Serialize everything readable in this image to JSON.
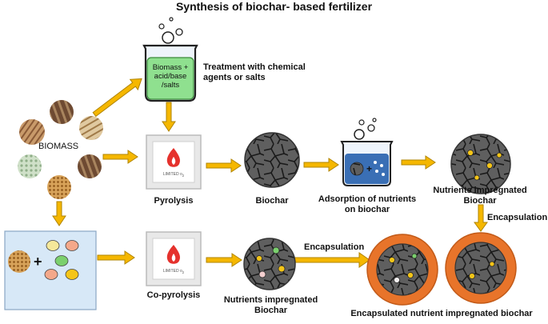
{
  "title": "Synthesis of biochar- based fertilizer",
  "beaker_text": "Biomass +\nacid/base\n/salts",
  "labels": {
    "treatment": "Treatment with chemical\nagents or salts",
    "biomass": "BIOMASS",
    "pyrolysis": "Pyrolysis",
    "biochar": "Biochar",
    "adsorption": "Adsorption of nutrients\non biochar",
    "nutrients_top": "Nutrients impregnated\nBiochar",
    "encapsulation_right": "Encapsulation",
    "co_pyrolysis": "Co-pyrolysis",
    "nutrients_bottom": "Nutrients impregnated\nBiochar",
    "encapsulation_mid": "Encapsulation",
    "encapsulated": "Encapsulated nutrient impregnated biochar",
    "furnace_text": "LIMITED o",
    "furnace_sub": "2"
  },
  "colors": {
    "arrow": "#f5b700",
    "arrow_stroke": "#b08400",
    "biochar": "#5f5f5f",
    "crack": "#1a1a1a",
    "beaker_liquid": "#8fe08f",
    "adsorb_liquid": "#3a6fb5",
    "capsule": "#e8742a",
    "flame": "#e5322d",
    "nutrient_yellow": "#f5c518",
    "nutrient_green": "#7bd06e",
    "nutrient_pink": "#f4a88a"
  }
}
